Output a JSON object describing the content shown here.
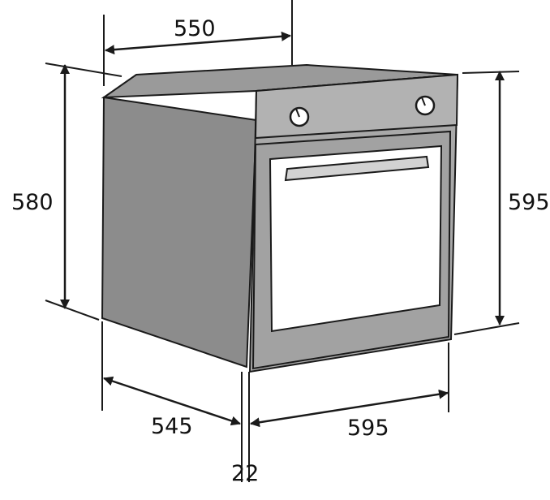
{
  "dimensions": {
    "top_width": "550",
    "left_height": "580",
    "right_height": "595",
    "bottom_depth": "545",
    "bottom_door": "22",
    "bottom_width": "595"
  },
  "colors": {
    "side_panel": "#8c8c8c",
    "top_panel": "#9a9a9a",
    "front_frame": "#a9a9a9",
    "control_panel": "#b2b2b2",
    "door_glass": "#ffffff",
    "handle": "#d2d2d2",
    "knob": "#ffffff",
    "outline": "#1a1a1a"
  },
  "icons": {
    "arrowheads": "filled-triangle",
    "knobs": "circle-with-indicator"
  }
}
